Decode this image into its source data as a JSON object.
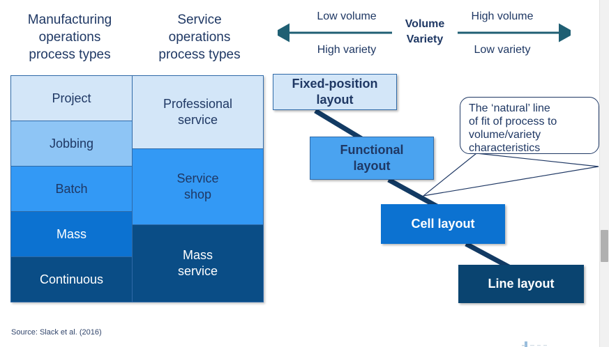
{
  "headers": {
    "manufacturing": "Manufacturing\noperations\nprocess types",
    "service": "Service\noperations\nprocess types"
  },
  "axis": {
    "center_label": "Volume\nVariety",
    "left_top": "Low volume",
    "left_bottom": "High variety",
    "right_top": "High volume",
    "right_bottom": "Low variety",
    "arrow_color": "#1f5f73"
  },
  "table": {
    "manufacturing_rows": [
      {
        "label": "Project",
        "bg": "#d3e6f8",
        "fg": "#1f3864"
      },
      {
        "label": "Jobbing",
        "bg": "#8ec5f5",
        "fg": "#1f3864"
      },
      {
        "label": "Batch",
        "bg": "#3399f5",
        "fg": "#1f3864"
      },
      {
        "label": "Mass",
        "bg": "#0c72d1",
        "fg": "#ffffff"
      },
      {
        "label": "Continuous",
        "bg": "#0a4d86",
        "fg": "#ffffff"
      }
    ],
    "service_rows": [
      {
        "label": "Professional\nservice",
        "bg": "#d3e6f8",
        "fg": "#1f3864"
      },
      {
        "label": "Service\nshop",
        "bg": "#3399f5",
        "fg": "#1f3864"
      },
      {
        "label": "Mass\nservice",
        "bg": "#0a4d86",
        "fg": "#ffffff"
      }
    ],
    "border_color": "#2f6aa8"
  },
  "layout_boxes": [
    {
      "label": "Fixed-position\nlayout",
      "bg": "#d3e6f8",
      "fg": "#1f3864",
      "border": "#2f6aa8"
    },
    {
      "label": "Functional\nlayout",
      "bg": "#4aa3f0",
      "fg": "#1f3864",
      "border": "#2f6aa8"
    },
    {
      "label": "Cell layout",
      "bg": "#0c72d1",
      "fg": "#ffffff",
      "border": "#0c72d1"
    },
    {
      "label": "Line layout",
      "bg": "#0a4470",
      "fg": "#ffffff",
      "border": "#0a4470"
    }
  ],
  "callout": {
    "text": "The ‘natural’ line\nof fit of process to\nvolume/variety\ncharacteristics",
    "border_color": "#1f3864",
    "text_color": "#1f3864"
  },
  "connector_color": "#123a63",
  "footer": {
    "source": "Source: Slack et al.  (2016)"
  },
  "scrollbar": {
    "thumb_color": "#b0b0b0",
    "track_color": "#f1f1f1"
  }
}
